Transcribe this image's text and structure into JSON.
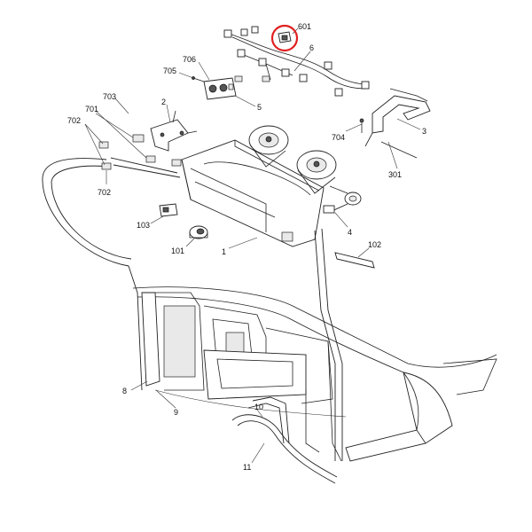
{
  "diagram": {
    "callouts": {
      "c601": "601",
      "c6": "6",
      "c706": "706",
      "c705": "705",
      "c5": "5",
      "c703": "703",
      "c2": "2",
      "c701": "701",
      "c702a": "702",
      "c702b": "702",
      "c704": "704",
      "c3": "3",
      "c301": "301",
      "c103": "103",
      "c4": "4",
      "c102": "102",
      "c101": "101",
      "c1": "1",
      "c8": "8",
      "c9": "9",
      "c10": "10",
      "c11": "11"
    },
    "highlight": {
      "color": "#e02020",
      "target": "601"
    }
  }
}
